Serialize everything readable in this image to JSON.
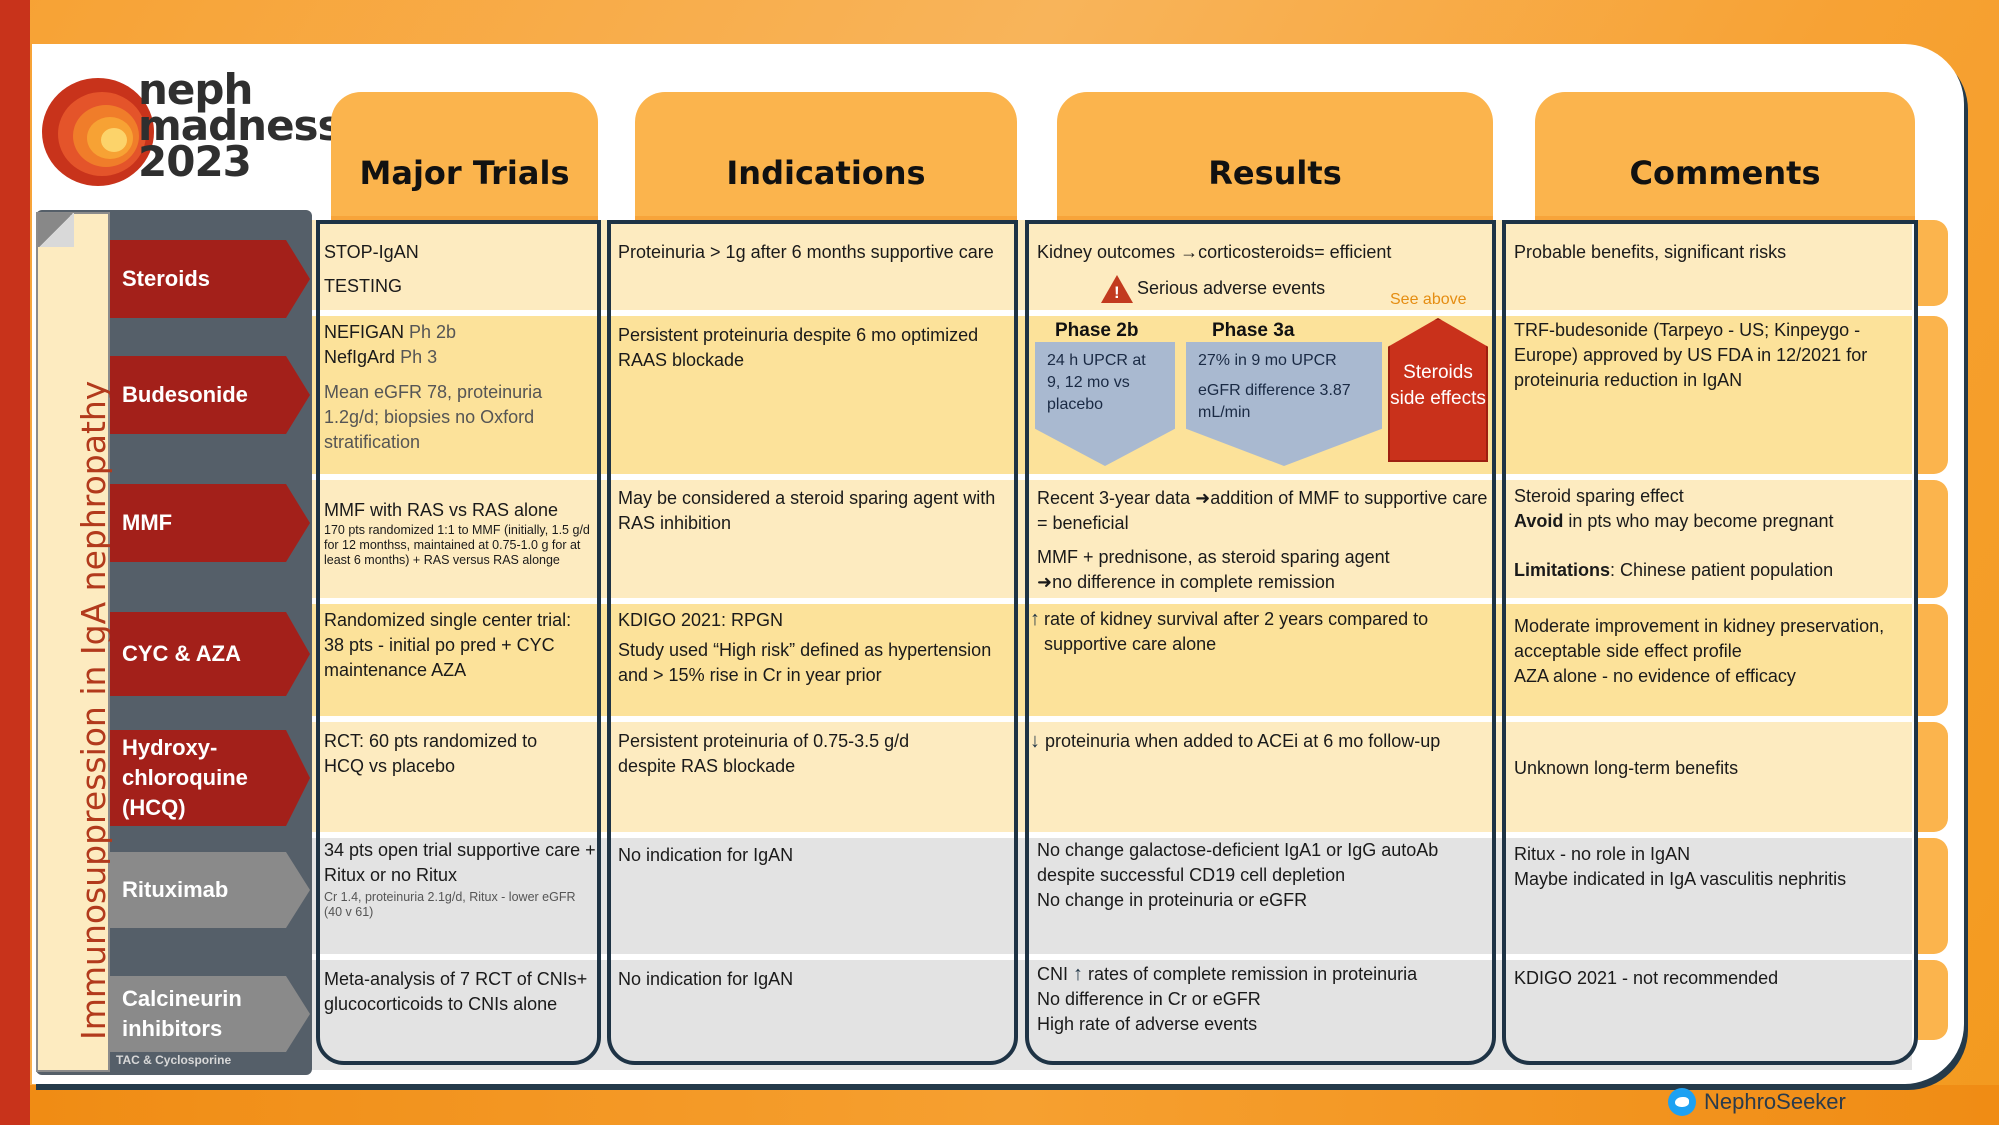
{
  "logo": {
    "line1": "neph",
    "line2": "madness",
    "line3": "2023"
  },
  "side_title": "Immunosuppression in IgA nephropathy",
  "side_note": "TAC & Cyclosporine",
  "columns": [
    "Major Trials",
    "Indications",
    "Results",
    "Comments"
  ],
  "rows": [
    {
      "label": "Steroids",
      "tag": "red",
      "trials": [
        "STOP-IgAN",
        "TESTING"
      ],
      "indications": "Proteinuria > 1g after 6 months supportive care",
      "results": {
        "line1": "Kidney outcomes →corticosteroids= efficient",
        "line2": "Serious adverse events"
      },
      "comments": "Probable benefits, significant risks"
    },
    {
      "label": "Budesonide",
      "tag": "red",
      "trials": {
        "a_name": "NEFIGAN",
        "a_ph": "Ph 2b",
        "b_name": "NefIgArd",
        "b_ph": "Ph 3",
        "note": "Mean eGFR 78, proteinuria 1.2g/d; biopsies no Oxford stratification"
      },
      "indications": "Persistent proteinuria despite 6 mo optimized RAAS blockade",
      "results": {
        "see_above": "See above",
        "phase2b_title": "Phase 2b",
        "phase2b_text": "24 h UPCR at 9, 12 mo vs placebo",
        "phase3a_title": "Phase 3a",
        "phase3a_text1": "27% in 9 mo UPCR",
        "phase3a_text2": "eGFR difference 3.87 mL/min",
        "side_effects": "Steroids side effects"
      },
      "comments": "TRF-budesonide (Tarpeyo - US; Kinpeygo - Europe) approved by US FDA in 12/2021 for proteinuria reduction in IgAN"
    },
    {
      "label": "MMF",
      "tag": "red",
      "trials": {
        "main": "MMF with RAS  vs RAS alone",
        "small": "170 pts randomized 1:1 to MMF (initially, 1.5 g/d for 12 monthss, maintained at 0.75-1.0 g for at least 6 months) + RAS versus RAS alonge"
      },
      "indications": "May be considered a steroid sparing agent with RAS inhibition",
      "results": {
        "line1a": "Recent 3-year data",
        "line1b": "addition of MMF to supportive care = beneficial",
        "line2": "MMF + prednisone, as steroid sparing agent",
        "line3": "no difference in complete remission"
      },
      "comments": {
        "line1": "Steroid sparing effect",
        "avoid": "Avoid",
        "line2": " in  pts who may become pregnant",
        "lim": "Limitations",
        "line3": ": Chinese patient population"
      }
    },
    {
      "label": "CYC & AZA",
      "tag": "red",
      "trials": "Randomized single center trial: 38 pts - initial po pred + CYC maintenance AZA",
      "indications": {
        "line1": "KDIGO 2021: RPGN",
        "line2": "Study used “High risk” defined as hypertension and > 15% rise in Cr in year prior"
      },
      "results": "rate of kidney survival after 2 years compared to supportive care alone",
      "comments": {
        "line1": "Moderate improvement in kidney preservation, acceptable side effect profile",
        "line2": "AZA alone - no evidence of efficacy"
      }
    },
    {
      "label": "Hydroxy-chloroquine (HCQ)",
      "tag": "red",
      "trials": "RCT: 60 pts randomized to HCQ vs placebo",
      "indications": "Persistent proteinuria of 0.75-3.5 g/d despite RAS blockade",
      "results": "proteinuria when added to ACEi at 6 mo follow-up",
      "comments": "Unknown long-term benefits"
    },
    {
      "label": "Rituximab",
      "tag": "gray",
      "trials": {
        "main": "34 pts open trial supportive care + Ritux or no Ritux",
        "small": "Cr 1.4, proteinuria 2.1g/d, Ritux - lower eGFR (40 v 61)"
      },
      "indications": "No indication for IgAN",
      "results": {
        "line1": "No change galactose-deficient IgA1 or IgG autoAb despite successful CD19 cell depletion",
        "line2": "No change in proteinuria or eGFR"
      },
      "comments": {
        "line1": "Ritux - no role in IgAN",
        "line2": "Maybe indicated in IgA vasculitis nephritis"
      }
    },
    {
      "label": "Calcineurin inhibitors",
      "tag": "gray",
      "trials": "Meta-analysis of 7 RCT of CNIs+ glucocorticoids to CNIs alone",
      "indications": "No indication for IgAN",
      "results": {
        "cni": "CNI",
        "line1": "rates of complete remission in  proteinuria",
        "line2": "No difference in Cr or eGFR",
        "line3": "High rate of adverse events"
      },
      "comments": "KDIGO 2021 - not recommended"
    }
  ],
  "footer": {
    "handle": "NephroSeeker"
  },
  "colors": {
    "accent_orange": "#f7a234",
    "red_tag": "#a3201a",
    "gray_tag": "#8a8a8a",
    "navy": "#1e3345"
  }
}
